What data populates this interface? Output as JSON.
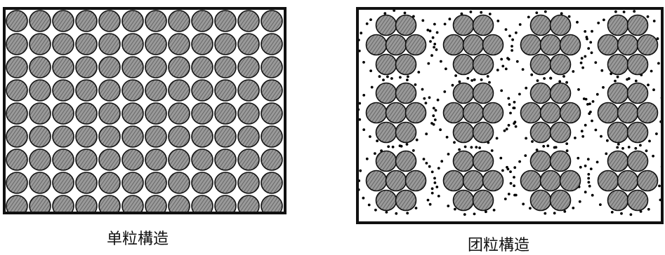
{
  "figure": {
    "left_panel": {
      "caption": "单粒構造",
      "rows": 9,
      "cols": 12
    },
    "right_panel": {
      "caption": "团粒構造",
      "cluster_rows": 3,
      "cluster_cols": 4
    }
  },
  "colors": {
    "particle_fill": "#9a9a9a",
    "hatch": "#5a5a5a",
    "outline": "#111111",
    "dots": "#000000"
  }
}
